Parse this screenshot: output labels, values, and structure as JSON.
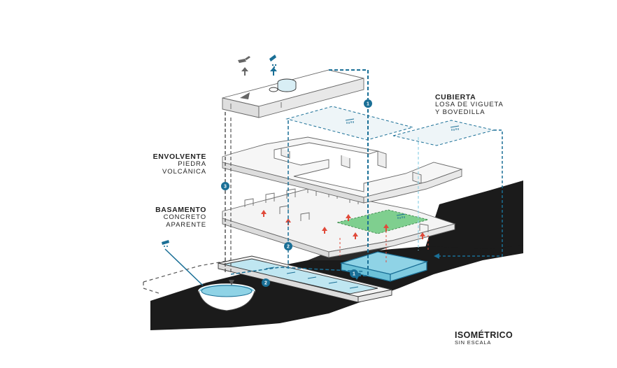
{
  "labels": {
    "cubierta": {
      "title": "CUBIERTA",
      "line1": "LOSA DE VIGUETA",
      "line2": "Y BOVEDILLA"
    },
    "envolvente": {
      "title": "ENVOLVENTE",
      "line1": "PIEDRA",
      "line2": "VOLCÁNICA"
    },
    "basamento": {
      "title": "BASAMENTO",
      "line1": "CONCRETO",
      "line2": "APARENTE"
    },
    "isometrico": {
      "title": "ISOMÉTRICO",
      "subtitle": "SIN ESCALA"
    }
  },
  "flow_markers": [
    "1",
    "2",
    "3"
  ],
  "colors": {
    "water_blue": "#1a6f96",
    "light_blue": "#8fd3e6",
    "green_area": "#7fcf8f",
    "red_arrow": "#e04a3a",
    "terrain": "#1b1b1b",
    "outline": "#555555"
  }
}
